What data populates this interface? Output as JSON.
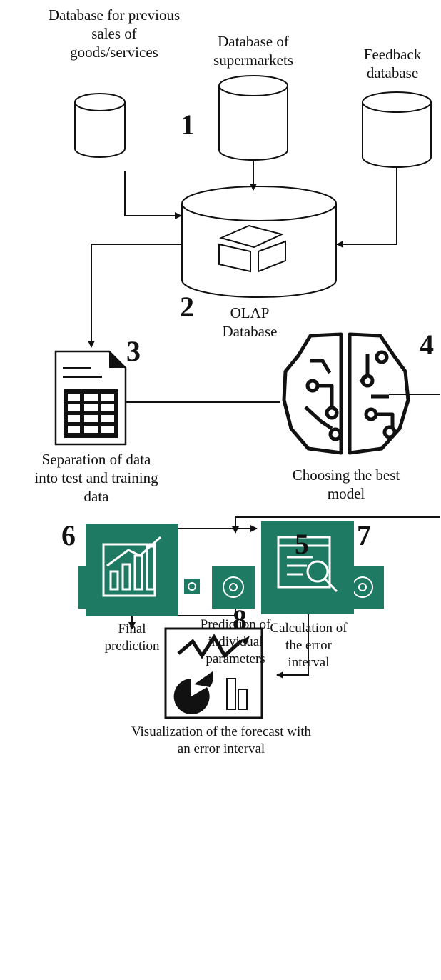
{
  "sources": {
    "sales_db": [
      "Database for previous",
      "sales of",
      "goods/services"
    ],
    "supermarkets_db": [
      "Database of",
      "supermarkets"
    ],
    "feedback_db": [
      "Feedback",
      "database"
    ]
  },
  "olap": [
    "OLAP",
    "Database"
  ],
  "split": [
    "Separation of data",
    "into test and training",
    "data"
  ],
  "model": [
    "Choosing the best",
    "model"
  ],
  "prediction_params": [
    "Prediction of",
    "individual",
    "parameters"
  ],
  "final_prediction": [
    "Final",
    "prediction"
  ],
  "error_interval": [
    "Calculation of",
    "the error",
    "interval"
  ],
  "visualization": [
    "Visualization of the forecast with",
    "an error interval"
  ],
  "steps": {
    "s1": "1",
    "s2": "2",
    "s3": "3",
    "s4": "4",
    "s5": "5",
    "s6": "6",
    "s7": "7",
    "s8": "8"
  },
  "colors": {
    "accent": "#1e7a62",
    "line": "#111111",
    "background": "#ffffff"
  },
  "icons": [
    "database-cylinder-icon",
    "cube-icon",
    "spreadsheet-document-icon",
    "ai-brain-circuit-icon",
    "brain-gear-icon",
    "growth-chart-icon",
    "magnifier-report-icon",
    "dashboard-chart-icon"
  ]
}
